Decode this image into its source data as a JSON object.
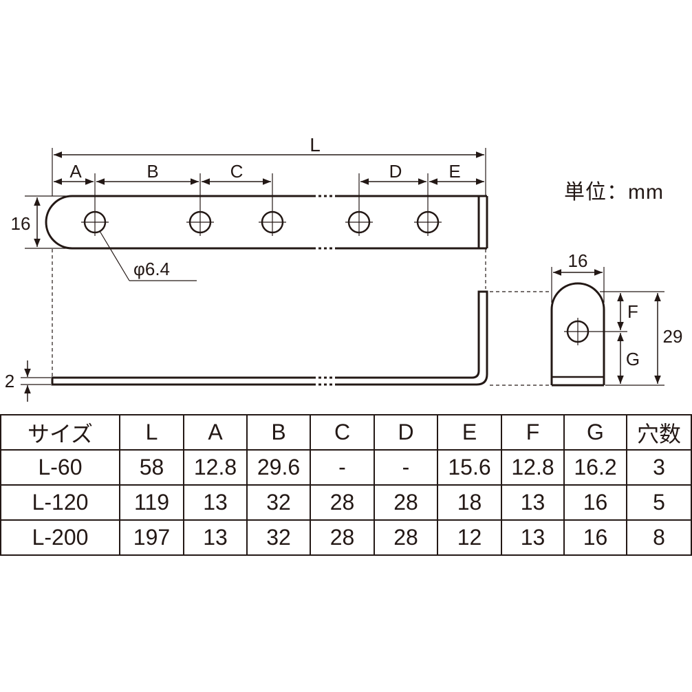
{
  "unit_label": "単位：mm",
  "dimensions": {
    "L": "L",
    "A": "A",
    "B": "B",
    "C": "C",
    "D": "D",
    "E": "E",
    "F": "F",
    "G": "G",
    "height": "16",
    "hole": "φ6.4",
    "thickness": "2",
    "end_width": "16",
    "end_height": "29"
  },
  "table": {
    "headers": [
      "サイズ",
      "L",
      "A",
      "B",
      "C",
      "D",
      "E",
      "F",
      "G",
      "穴数"
    ],
    "rows": [
      [
        "L-60",
        "58",
        "12.8",
        "29.6",
        "-",
        "-",
        "15.6",
        "12.8",
        "16.2",
        "3"
      ],
      [
        "L-120",
        "119",
        "13",
        "32",
        "28",
        "28",
        "18",
        "13",
        "16",
        "5"
      ],
      [
        "L-200",
        "197",
        "13",
        "32",
        "28",
        "28",
        "12",
        "13",
        "16",
        "8"
      ]
    ]
  }
}
